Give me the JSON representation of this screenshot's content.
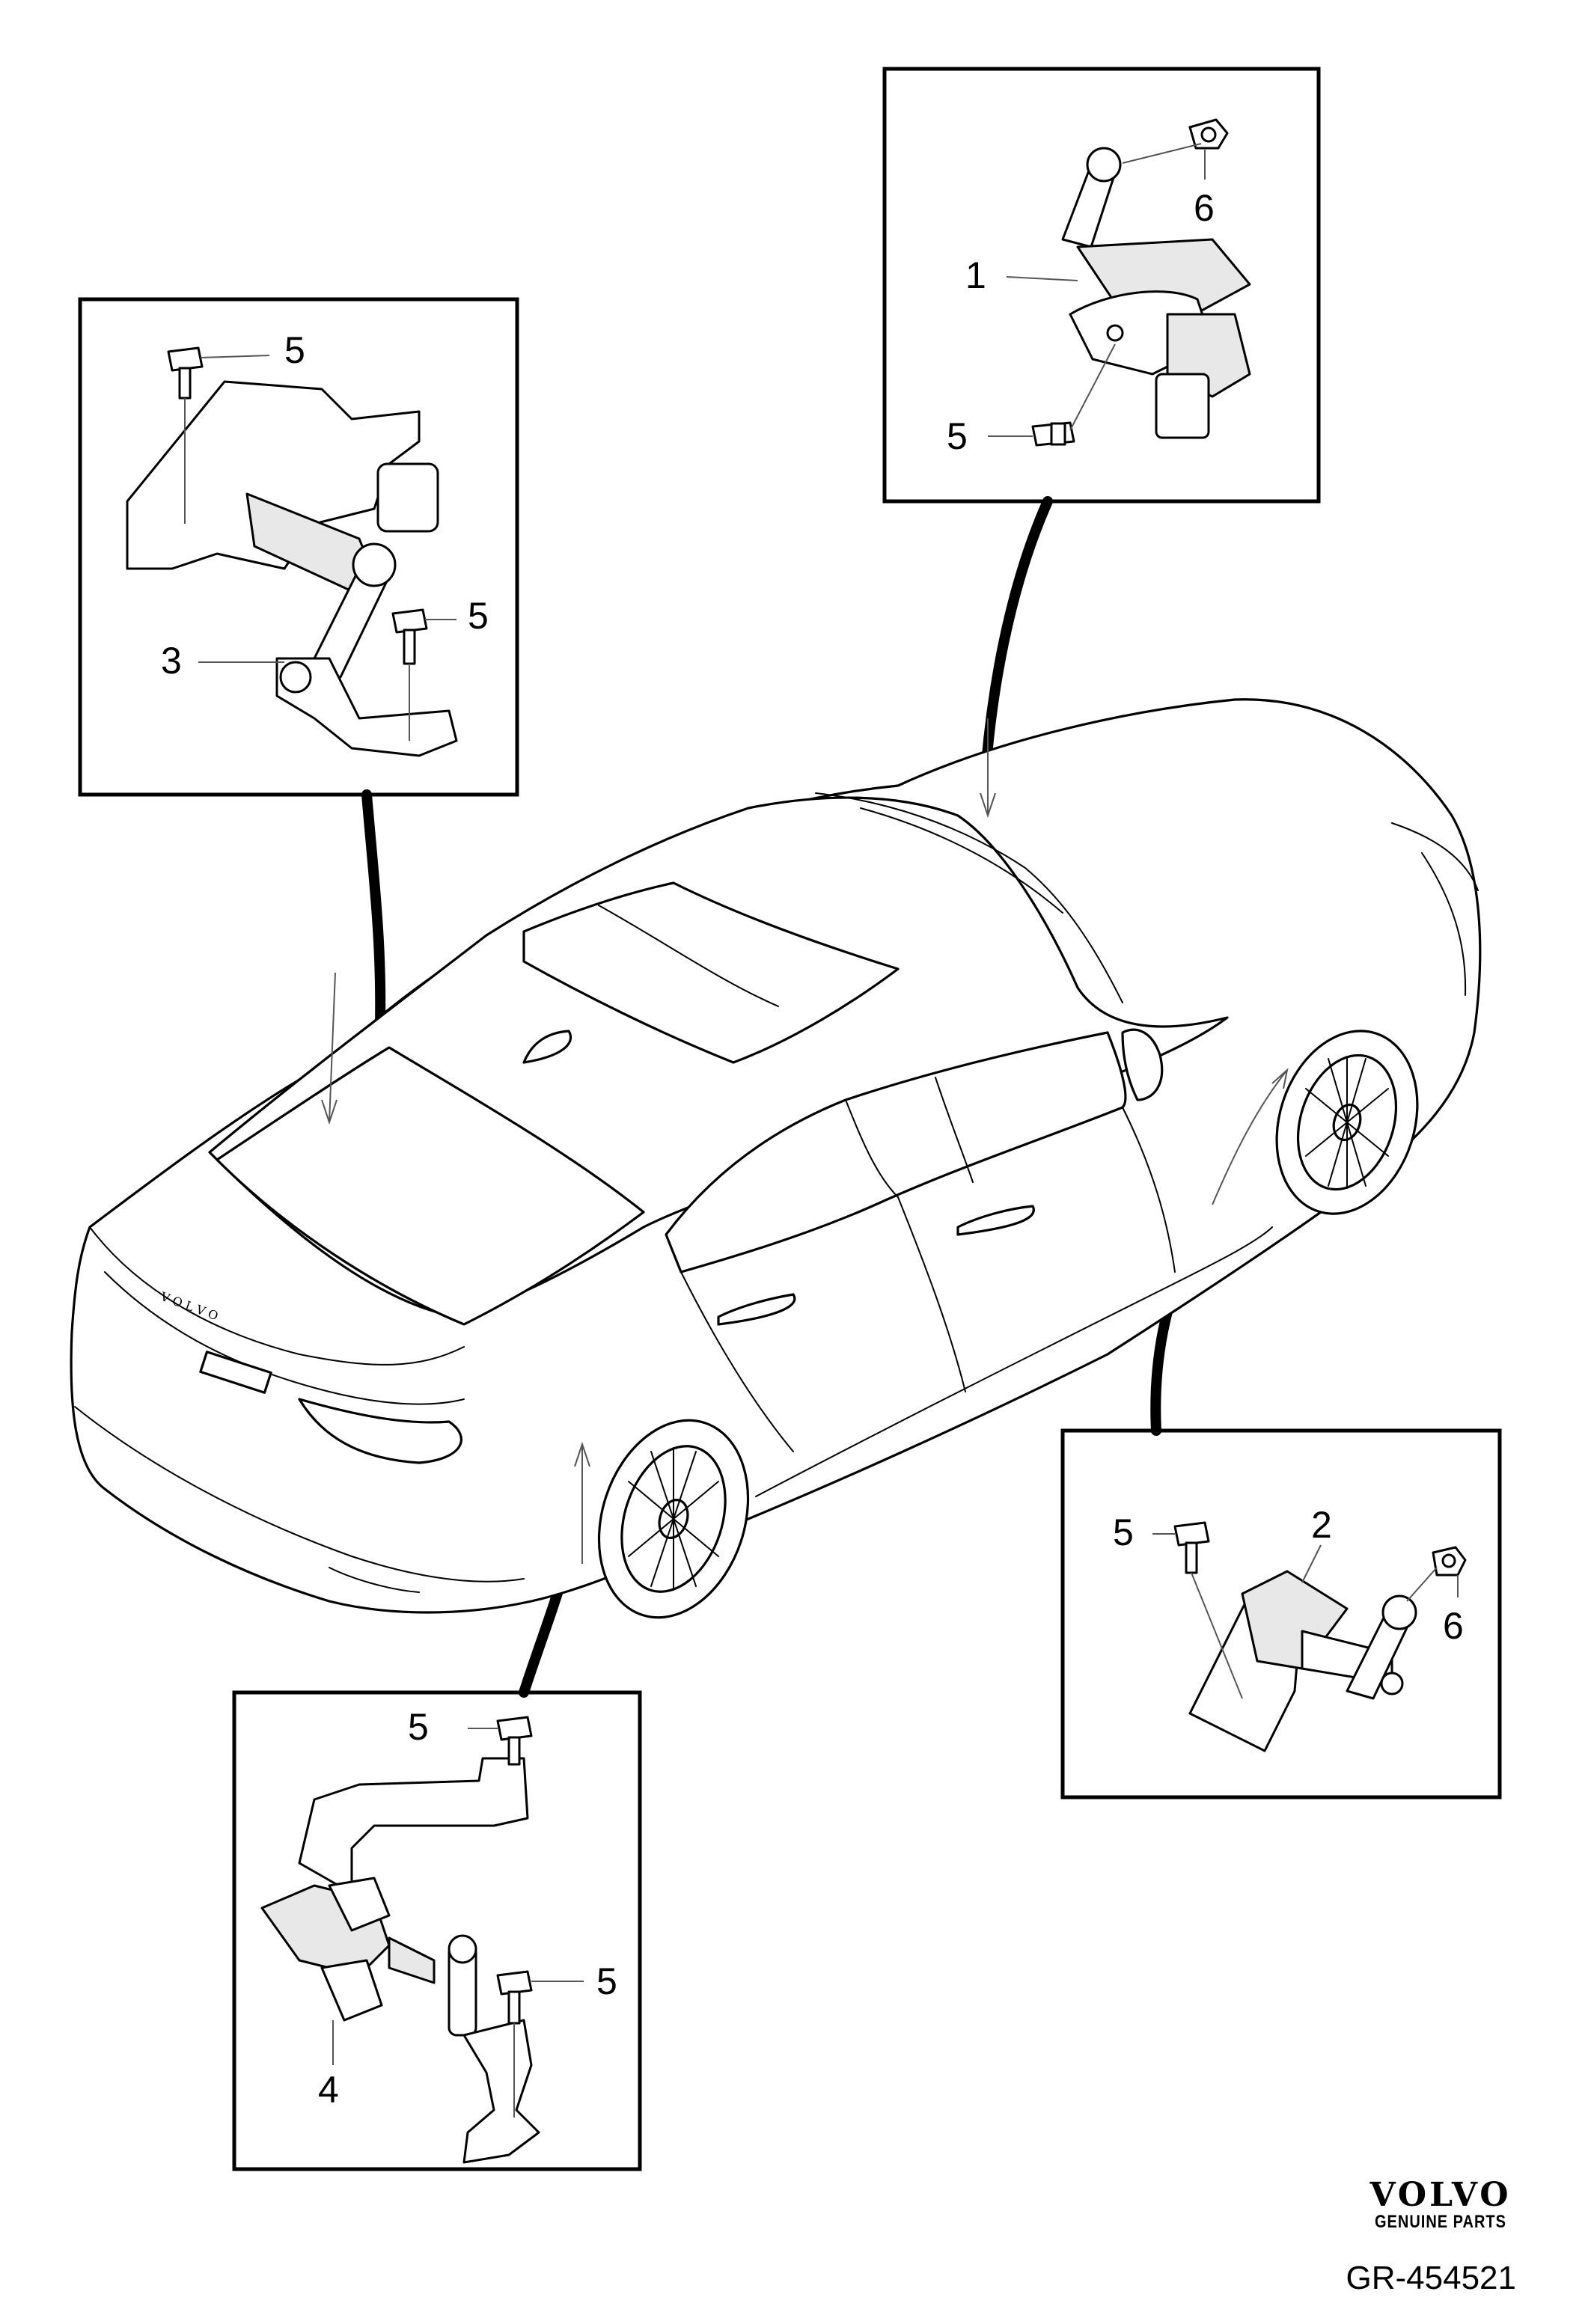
{
  "callouts": {
    "box_top_right": {
      "part_1": "1",
      "bolt_5": "5",
      "nut_6": "6"
    },
    "box_top_left": {
      "bolt_5_upper": "5",
      "bolt_5_lower": "5",
      "part_3": "3"
    },
    "box_right": {
      "bolt_5": "5",
      "part_2": "2",
      "nut_6": "6"
    },
    "box_bottom": {
      "bolt_5_upper": "5",
      "bolt_5_lower": "5",
      "part_4": "4"
    }
  },
  "branding": {
    "brand_name": "VOLVO",
    "brand_tagline": "GENUINE PARTS"
  },
  "drawing_number": "GR-454521",
  "car_badge": "V O L V O"
}
